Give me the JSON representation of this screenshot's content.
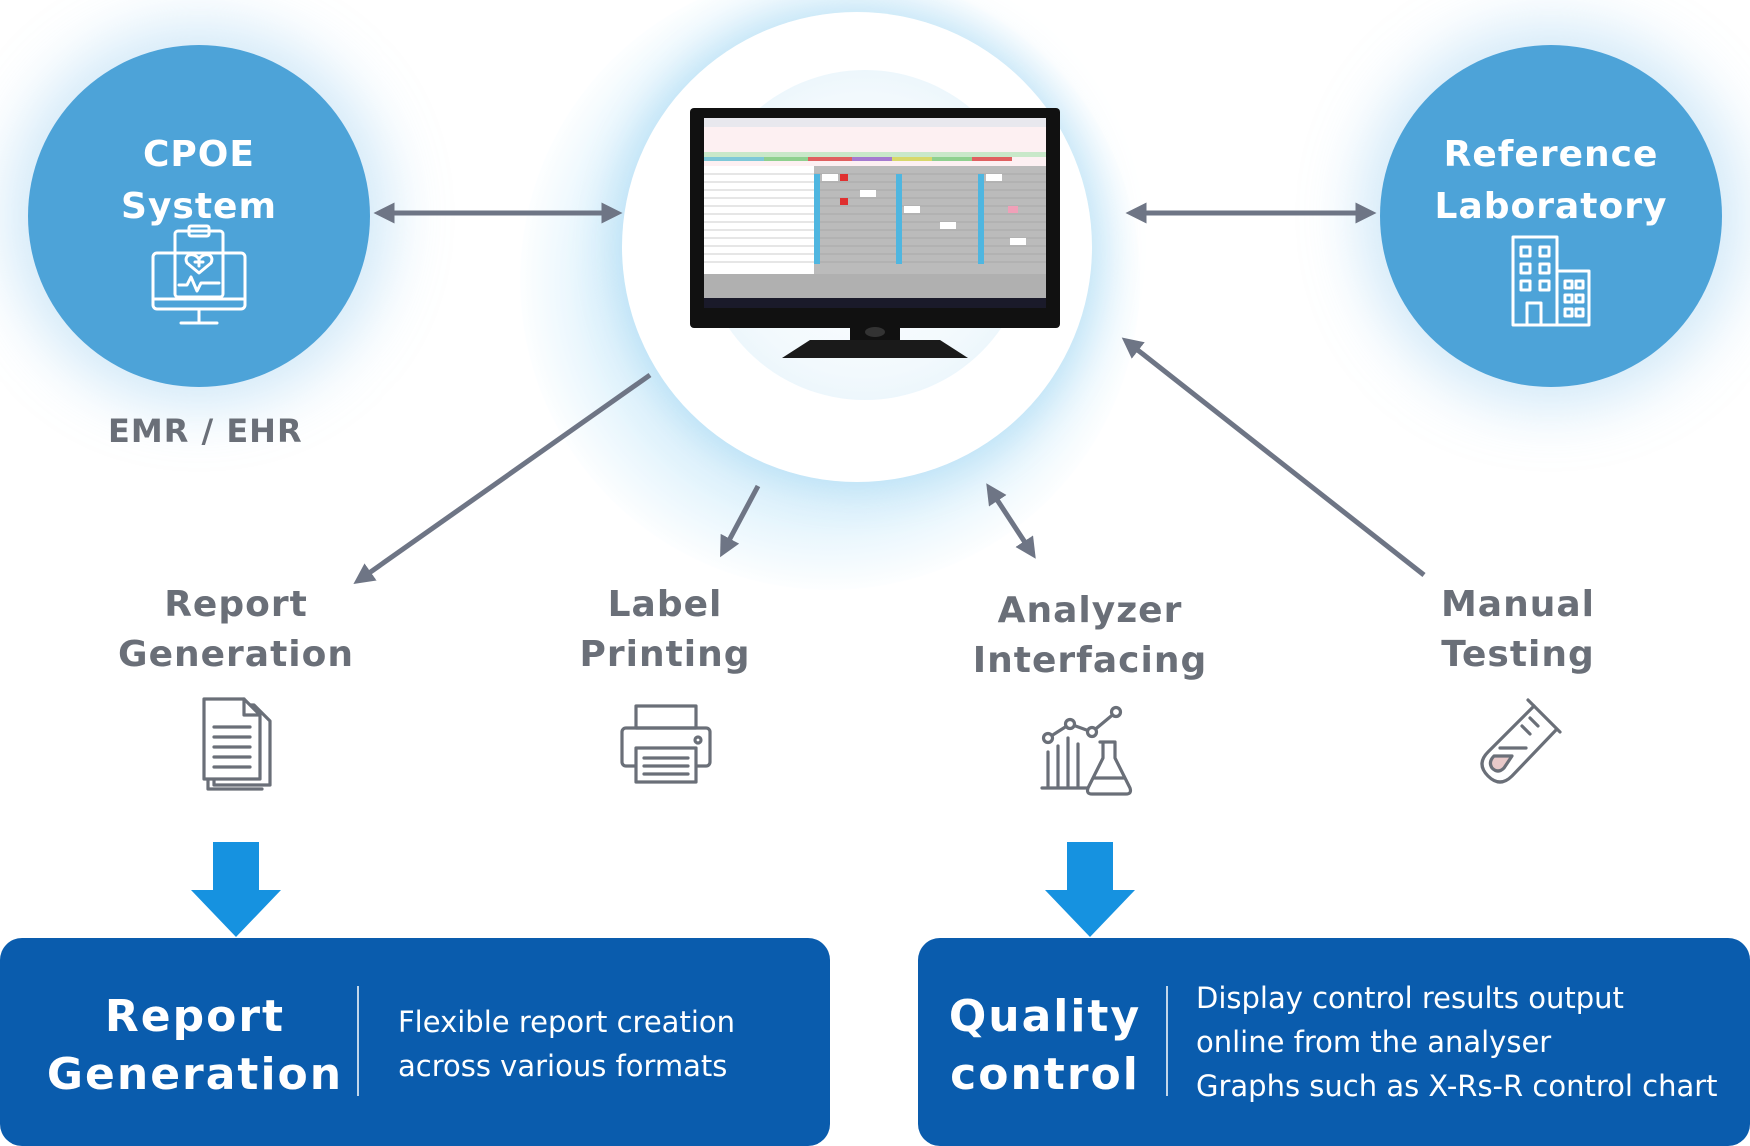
{
  "colors": {
    "circle_blue": "#4da3d8",
    "gray_text": "#6a6f78",
    "arrow_gray": "#6e7585",
    "box_blue": "#0a5cad",
    "down_arrow_blue": "#1692e0"
  },
  "cpoe": {
    "title_lines": [
      "CPOE",
      "System"
    ],
    "icon": "monitor-clipboard-heart-icon",
    "sub_label": "EMR / EHR"
  },
  "reference_lab": {
    "title_lines": [
      "Reference",
      "Laboratory"
    ],
    "icon": "building-icon"
  },
  "center": {
    "icon": "computer-monitor-lis-screen"
  },
  "nodes": [
    {
      "lines": [
        "Report",
        "Generation"
      ],
      "icon": "documents-icon"
    },
    {
      "lines": [
        "Label",
        "Printing"
      ],
      "icon": "printer-icon"
    },
    {
      "lines": [
        "Analyzer",
        "Interfacing"
      ],
      "icon": "chart-flask-icon"
    },
    {
      "lines": [
        "Manual",
        "Testing"
      ],
      "icon": "test-tube-icon"
    }
  ],
  "boxes": [
    {
      "title_lines": [
        "Report",
        "Generation"
      ],
      "desc_lines": [
        "Flexible report creation",
        "across various formats"
      ]
    },
    {
      "title_lines": [
        "Quality",
        "control"
      ],
      "desc_lines": [
        "Display control results output",
        "online from the analyser",
        "Graphs such as X-Rs-R control chart"
      ]
    }
  ]
}
